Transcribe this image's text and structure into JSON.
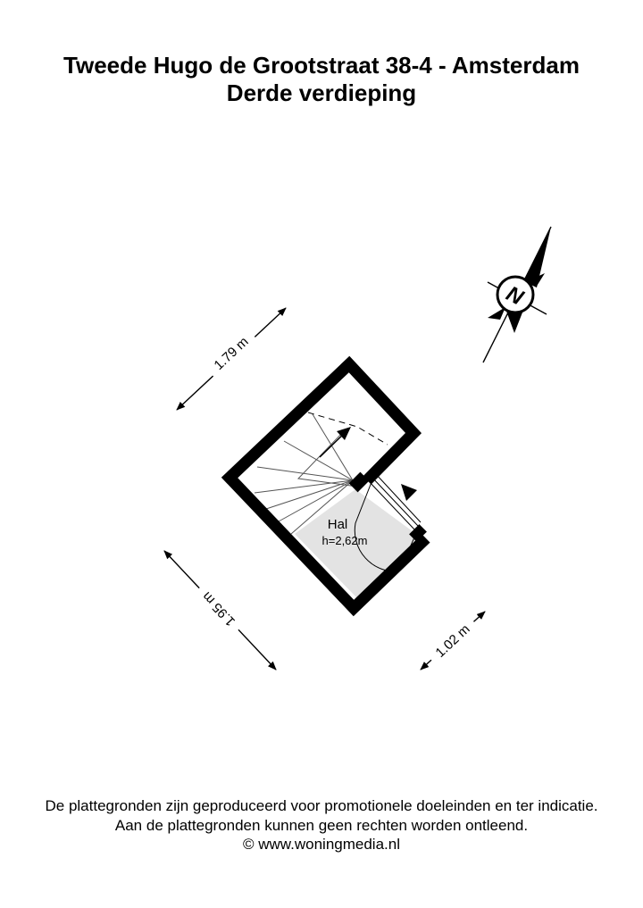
{
  "title": {
    "line1": "Tweede Hugo de Grootstraat 38-4 - Amsterdam",
    "line2": "Derde verdieping"
  },
  "room": {
    "name": "Hal",
    "height": "h=2,62m",
    "fill_color": "#e3e3e3"
  },
  "dimensions": {
    "top": "1.79 m",
    "left": "1.95 m",
    "bottom_right": "1.02 m"
  },
  "compass": {
    "label": "N"
  },
  "footer": {
    "line1": "De plattegronden zijn geproduceerd voor promotionele doeleinden en ter indicatie.",
    "line2": "Aan de plattegronden kunnen geen rechten worden ontleend.",
    "line3": "© www.woningmedia.nl"
  },
  "colors": {
    "wall": "#000000",
    "background": "#ffffff"
  }
}
